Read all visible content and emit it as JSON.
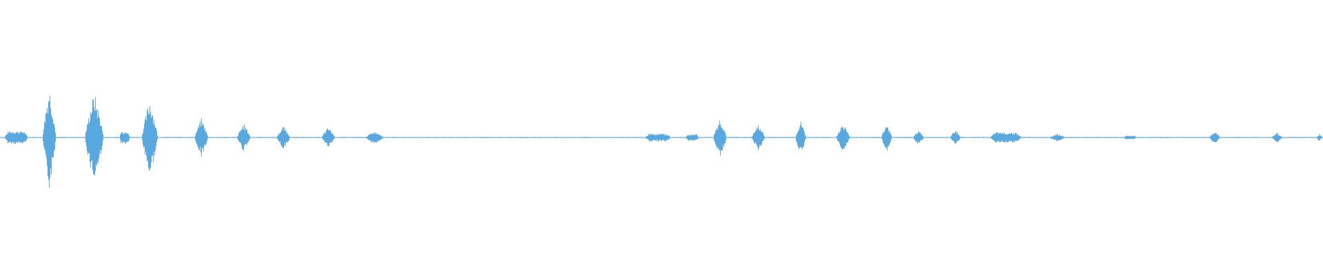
{
  "waveform": {
    "color": "#5aa8e0",
    "background": "#ffffff",
    "baseline_amplitude": 0.008,
    "segments": [
      {
        "center": 0.012,
        "width": 0.018,
        "amplitude": 0.1,
        "shape": "flat"
      },
      {
        "center": 0.037,
        "width": 0.01,
        "amplitude": 0.8,
        "shape": "burst"
      },
      {
        "center": 0.071,
        "width": 0.014,
        "amplitude": 0.7,
        "shape": "burst"
      },
      {
        "center": 0.094,
        "width": 0.008,
        "amplitude": 0.1,
        "shape": "flat"
      },
      {
        "center": 0.113,
        "width": 0.012,
        "amplitude": 0.6,
        "shape": "burst"
      },
      {
        "center": 0.152,
        "width": 0.01,
        "amplitude": 0.3,
        "shape": "burst"
      },
      {
        "center": 0.184,
        "width": 0.01,
        "amplitude": 0.22,
        "shape": "burst"
      },
      {
        "center": 0.214,
        "width": 0.01,
        "amplitude": 0.18,
        "shape": "burst"
      },
      {
        "center": 0.248,
        "width": 0.01,
        "amplitude": 0.16,
        "shape": "burst"
      },
      {
        "center": 0.283,
        "width": 0.014,
        "amplitude": 0.1,
        "shape": "burst"
      },
      {
        "center": 0.497,
        "width": 0.02,
        "amplitude": 0.06,
        "shape": "flat"
      },
      {
        "center": 0.523,
        "width": 0.01,
        "amplitude": 0.05,
        "shape": "flat"
      },
      {
        "center": 0.544,
        "width": 0.01,
        "amplitude": 0.3,
        "shape": "burst"
      },
      {
        "center": 0.573,
        "width": 0.01,
        "amplitude": 0.2,
        "shape": "burst"
      },
      {
        "center": 0.605,
        "width": 0.008,
        "amplitude": 0.26,
        "shape": "burst"
      },
      {
        "center": 0.637,
        "width": 0.01,
        "amplitude": 0.22,
        "shape": "burst"
      },
      {
        "center": 0.67,
        "width": 0.008,
        "amplitude": 0.22,
        "shape": "burst"
      },
      {
        "center": 0.694,
        "width": 0.008,
        "amplitude": 0.12,
        "shape": "burst"
      },
      {
        "center": 0.722,
        "width": 0.008,
        "amplitude": 0.12,
        "shape": "burst"
      },
      {
        "center": 0.76,
        "width": 0.024,
        "amplitude": 0.08,
        "shape": "flat"
      },
      {
        "center": 0.799,
        "width": 0.012,
        "amplitude": 0.06,
        "shape": "burst"
      },
      {
        "center": 0.854,
        "width": 0.01,
        "amplitude": 0.03,
        "shape": "flat"
      },
      {
        "center": 0.918,
        "width": 0.008,
        "amplitude": 0.1,
        "shape": "burst"
      },
      {
        "center": 0.965,
        "width": 0.008,
        "amplitude": 0.08,
        "shape": "burst"
      },
      {
        "center": 0.997,
        "width": 0.004,
        "amplitude": 0.06,
        "shape": "burst"
      }
    ]
  }
}
